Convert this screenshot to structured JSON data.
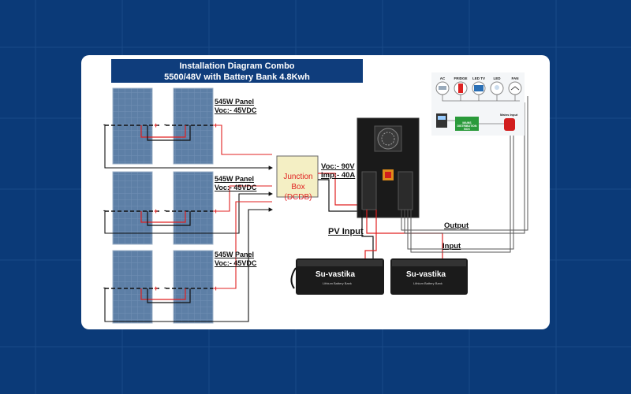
{
  "title": {
    "line1": "Installation Diagram Combo",
    "line2": "5500/48V with Battery Bank 4.8Kwh"
  },
  "panels": [
    {
      "line1": "545W Panel",
      "line2": "Voc:- 45VDC"
    },
    {
      "line1": "545W Panel",
      "line2": "Voc:- 45VDC"
    },
    {
      "line1": "545W Panel",
      "line2": "Voc:- 45VDC"
    }
  ],
  "junction_box": {
    "line1": "Junction",
    "line2": "Box",
    "line3": "(DCDB)"
  },
  "junction_spec": {
    "voc": "Voc:- 90V",
    "imp": "Imp:- 40A"
  },
  "pv_input": "PV Input",
  "output_label": "Output",
  "input_label": "Input",
  "battery": {
    "brand": "Su-vastika",
    "sub": "Lithium Battery Bank"
  },
  "appliances": [
    "AC",
    "FRIDGE",
    "LED TV",
    "LED",
    "FAN"
  ],
  "mains_input": "Mains Input",
  "distribution_box": "MAINS DISTRIBUTION BOX",
  "colors": {
    "background": "#0b3a78",
    "title_bg": "#0f3d7c",
    "positive": "#e02020",
    "negative": "#111111",
    "junction_box": "#f4efc4"
  }
}
